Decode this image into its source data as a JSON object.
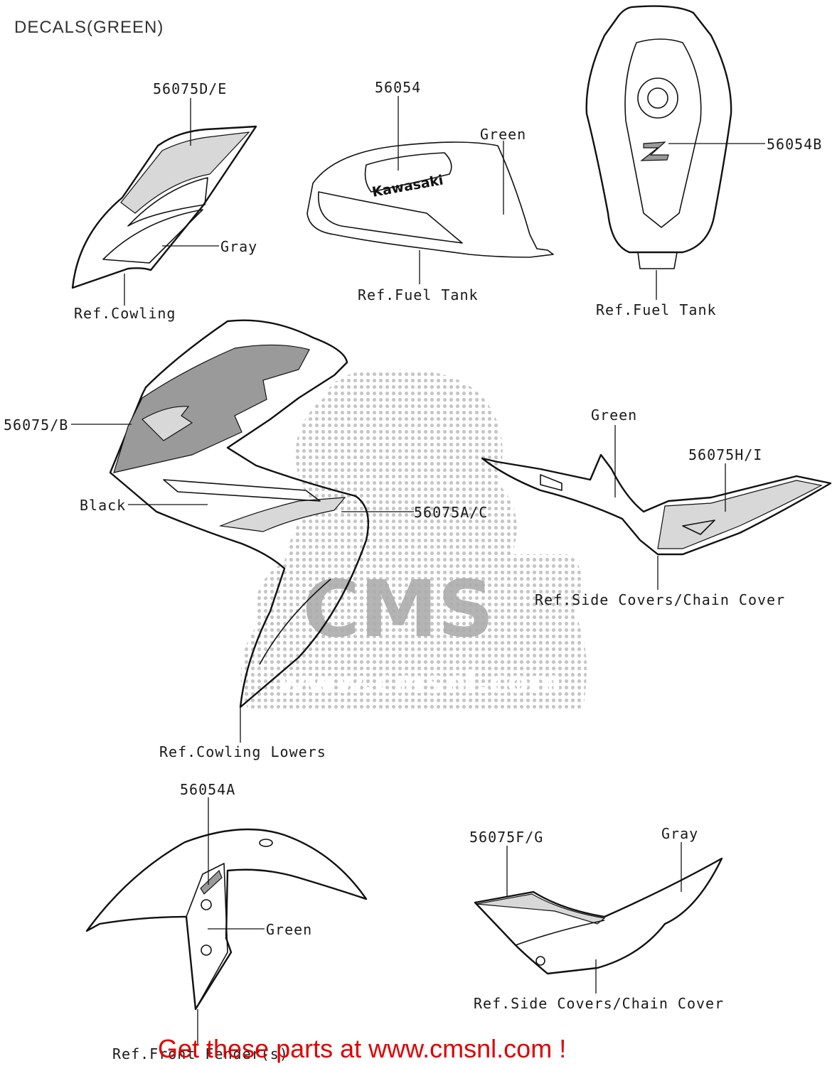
{
  "title": "DECALS(GREEN)",
  "footer_text": "Get these parts at www.cmsnl.com !",
  "watermark": {
    "brand": "CMS",
    "site": "www.cmsnl.com"
  },
  "tank_logo_text": "Kawasaki",
  "callouts": {
    "p_56075de": "56075D/E",
    "p_56054": "56054",
    "p_56054b": "56054B",
    "p_56075b": "56075/B",
    "p_56075ac": "56075A/C",
    "p_56075hi": "56075H/I",
    "p_56054a": "56054A",
    "p_56075fg": "56075F/G",
    "green_tank": "Green",
    "gray_cowl": "Gray",
    "ref_cowling": "Ref.Cowling",
    "ref_fuel_tank_1": "Ref.Fuel Tank",
    "ref_fuel_tank_2": "Ref.Fuel Tank",
    "black_shroud": "Black",
    "green_side": "Green",
    "ref_side_covers_1": "Ref.Side Covers/Chain Cover",
    "ref_cowling_lowers": "Ref.Cowling Lowers",
    "green_fender": "Green",
    "gray_side": "Gray",
    "ref_side_covers_2": "Ref.Side Covers/Chain Cover",
    "ref_front_fender": "Ref.Front Fender(s)"
  }
}
